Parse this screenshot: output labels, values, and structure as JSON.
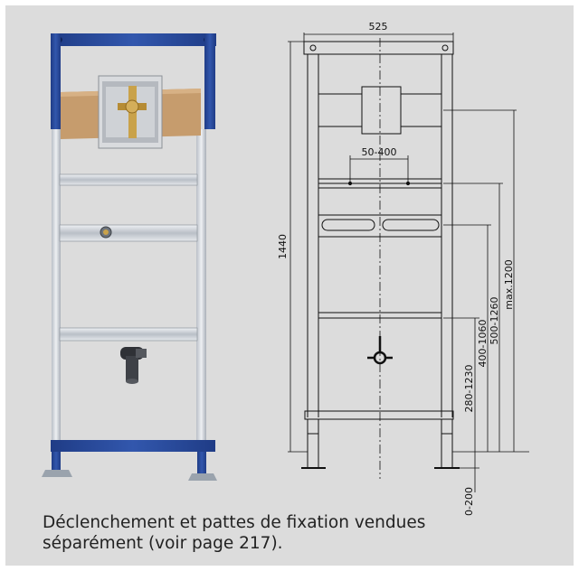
{
  "dimensions": {
    "width_top": "525",
    "flush_range": "50-400",
    "height_total": "1440",
    "max_1200": "max.1200",
    "range_500_1260": "500-1260",
    "range_400_1060": "400-1060",
    "range_280_1230": "280-1230",
    "range_0_200": "0-200"
  },
  "caption": {
    "line1": "Déclenchement et pattes de fixation vendues",
    "line2": "séparément (voir page 217)."
  },
  "colors": {
    "panel_bg": "#dcdcdc",
    "frame_blue": "#2a4a9a",
    "rail_silver": "#c8cdd3",
    "board_wood": "#c69c6d",
    "valve_brass": "#c9a24a",
    "line": "#111111"
  }
}
